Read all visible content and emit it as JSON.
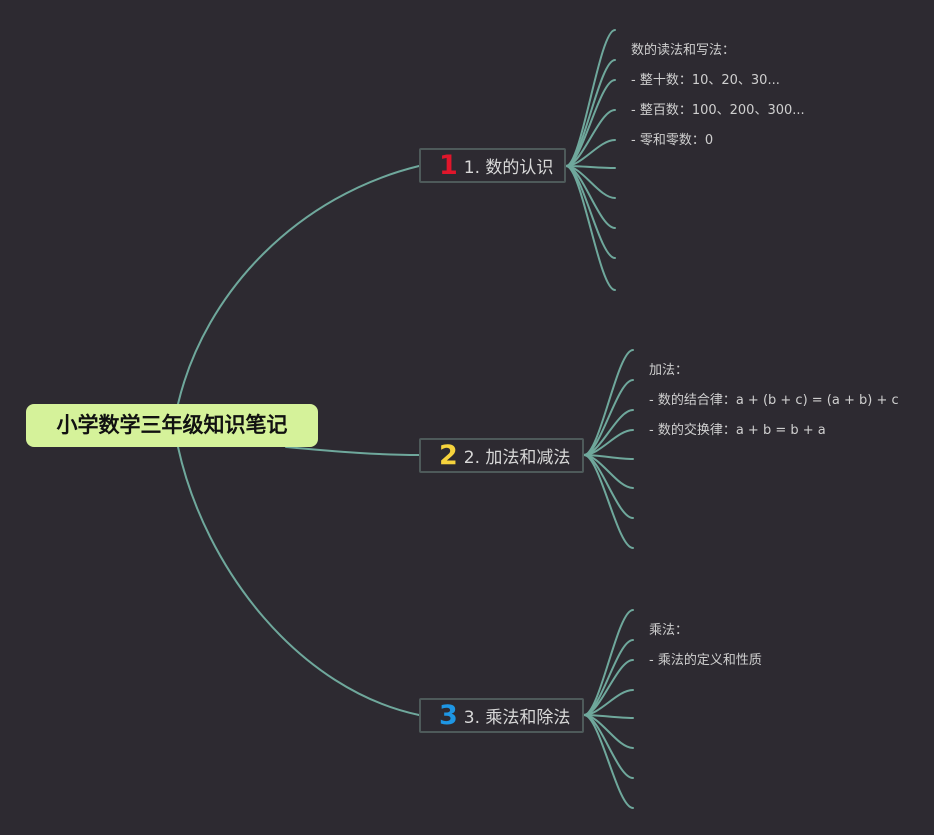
{
  "root": {
    "title": "小学数学三年级知识笔记"
  },
  "colors": {
    "background": "#2d2a31",
    "link": "#6fa89c",
    "root_fill": "#d5f29a",
    "branch_border": "#4e5a5a",
    "num1": "#e0162b",
    "num2": "#f6d33d",
    "num3": "#1e96e4"
  },
  "branches": [
    {
      "number": "1",
      "label": "1. 数的认识",
      "leaves": [
        "数的读法和写法：",
        "- 整十数：10、20、30...",
        "- 整百数：100、200、300...",
        "- 零和零数：0"
      ]
    },
    {
      "number": "2",
      "label": "2. 加法和减法",
      "leaves": [
        "加法：",
        "- 数的结合律：a + (b + c) = (a + b) + c",
        "- 数的交换律：a + b = b + a"
      ]
    },
    {
      "number": "3",
      "label": "3. 乘法和除法",
      "leaves": [
        "乘法：",
        "- 乘法的定义和性质"
      ]
    }
  ]
}
